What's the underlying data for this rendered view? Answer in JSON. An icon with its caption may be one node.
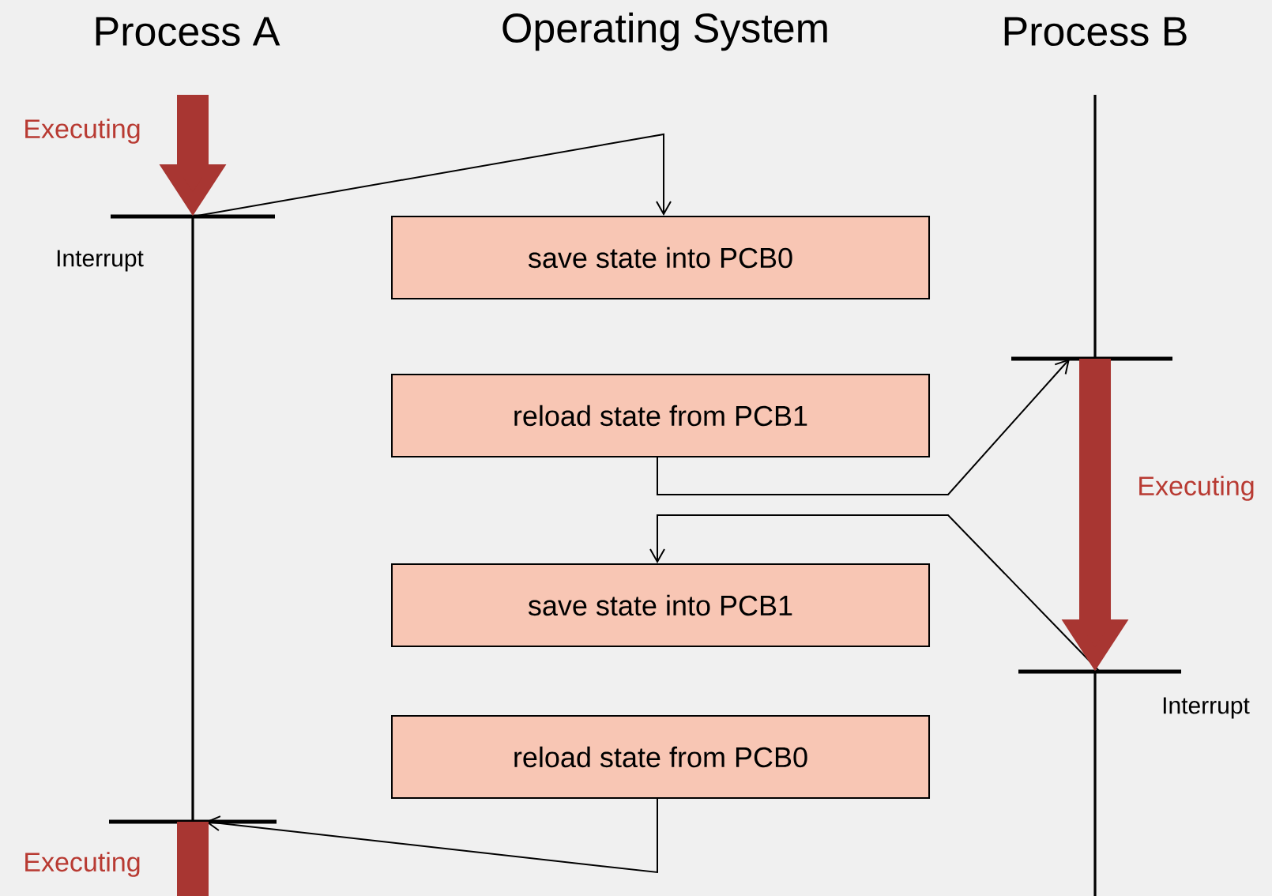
{
  "diagram": {
    "nodes": [
      {
        "text": [
          "save state into PCB0"
        ]
      },
      {
        "text": [
          "reload state from PCB1"
        ]
      },
      {
        "text": [
          "save state into PCB1"
        ]
      },
      {
        "text": [
          "reload state from PCB0"
        ]
      },
      {
        "text": [],
        "shape": "bar",
        "beside": [
          "Interrupt"
        ]
      },
      {
        "text": [],
        "shape": "bar"
      },
      {
        "text": [],
        "shape": "bar",
        "beside": [
          "Interrupt"
        ]
      },
      {
        "text": [],
        "shape": "bar"
      }
    ],
    "edges": [
      {
        "from": 4,
        "to": 0,
        "arrow": "to"
      },
      {
        "from": 1,
        "to": 5,
        "arrow": "to"
      },
      {
        "from": 6,
        "to": 2,
        "arrow": "to"
      },
      {
        "from": 3,
        "to": 7,
        "arrow": "to"
      },
      {
        "from": null,
        "to": 4,
        "arrow": "to",
        "style": "thick",
        "color": "#a83632"
      },
      {
        "from": 4,
        "to": 7,
        "arrow": "none"
      },
      {
        "from": 7,
        "to": null,
        "arrow": "none",
        "style": "thick",
        "color": "#a83632"
      },
      {
        "from": null,
        "to": 5,
        "arrow": "none"
      },
      {
        "from": 5,
        "to": 6,
        "arrow": "to",
        "style": "thick",
        "color": "#a83632"
      },
      {
        "from": 6,
        "to": null,
        "arrow": "none"
      }
    ],
    "labels": [
      "Process A",
      "Operating System",
      "Process B",
      "Executing",
      "Executing",
      "Executing"
    ]
  }
}
